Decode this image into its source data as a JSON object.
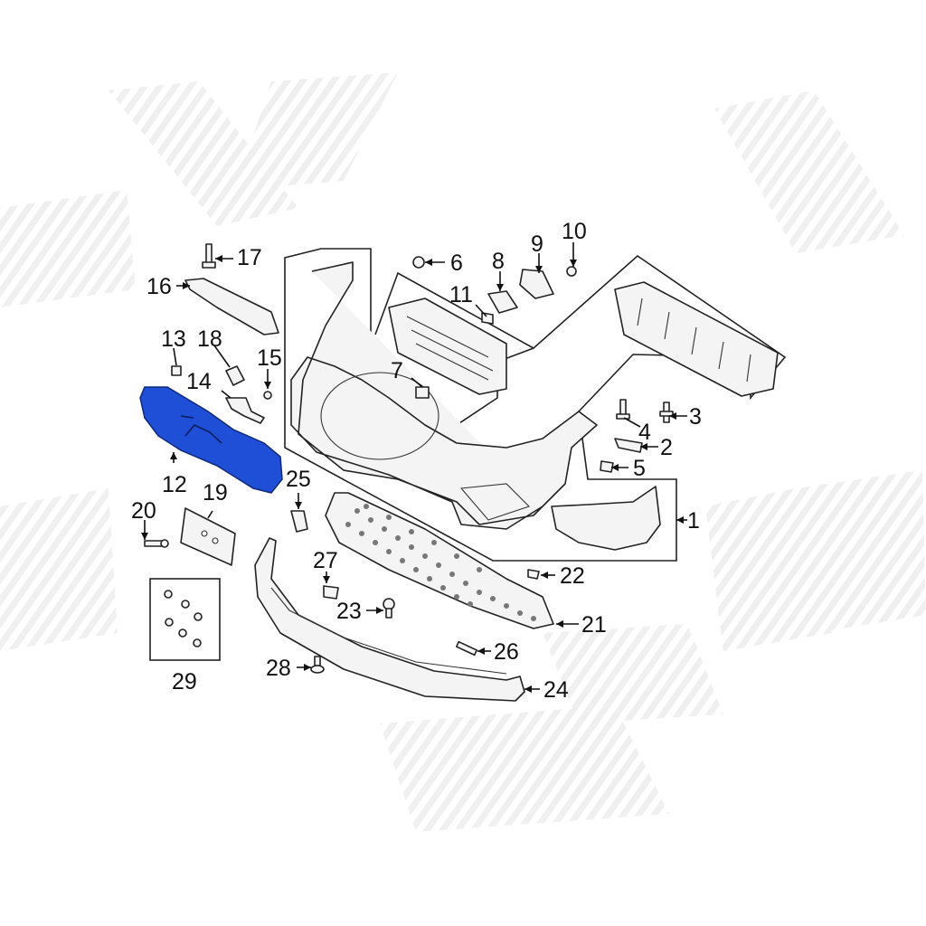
{
  "colors": {
    "background": "#ffffff",
    "line": "#222222",
    "highlight_part": "#1f4fd6",
    "watermark": "#ececec"
  },
  "callouts": [
    {
      "id": "1",
      "text": "1"
    },
    {
      "id": "2",
      "text": "2"
    },
    {
      "id": "3",
      "text": "3"
    },
    {
      "id": "4",
      "text": "4"
    },
    {
      "id": "5",
      "text": "5"
    },
    {
      "id": "6",
      "text": "6"
    },
    {
      "id": "7",
      "text": "7"
    },
    {
      "id": "8",
      "text": "8"
    },
    {
      "id": "9",
      "text": "9"
    },
    {
      "id": "10",
      "text": "10"
    },
    {
      "id": "11",
      "text": "11"
    },
    {
      "id": "12",
      "text": "12"
    },
    {
      "id": "13",
      "text": "13"
    },
    {
      "id": "14",
      "text": "14"
    },
    {
      "id": "15",
      "text": "15"
    },
    {
      "id": "16",
      "text": "16"
    },
    {
      "id": "17",
      "text": "17"
    },
    {
      "id": "18",
      "text": "18"
    },
    {
      "id": "19",
      "text": "19"
    },
    {
      "id": "20",
      "text": "20"
    },
    {
      "id": "21",
      "text": "21"
    },
    {
      "id": "22",
      "text": "22"
    },
    {
      "id": "23",
      "text": "23"
    },
    {
      "id": "24",
      "text": "24"
    },
    {
      "id": "25",
      "text": "25"
    },
    {
      "id": "26",
      "text": "26"
    },
    {
      "id": "27",
      "text": "27"
    },
    {
      "id": "28",
      "text": "28"
    },
    {
      "id": "29",
      "text": "29"
    }
  ],
  "highlighted_part": "12"
}
